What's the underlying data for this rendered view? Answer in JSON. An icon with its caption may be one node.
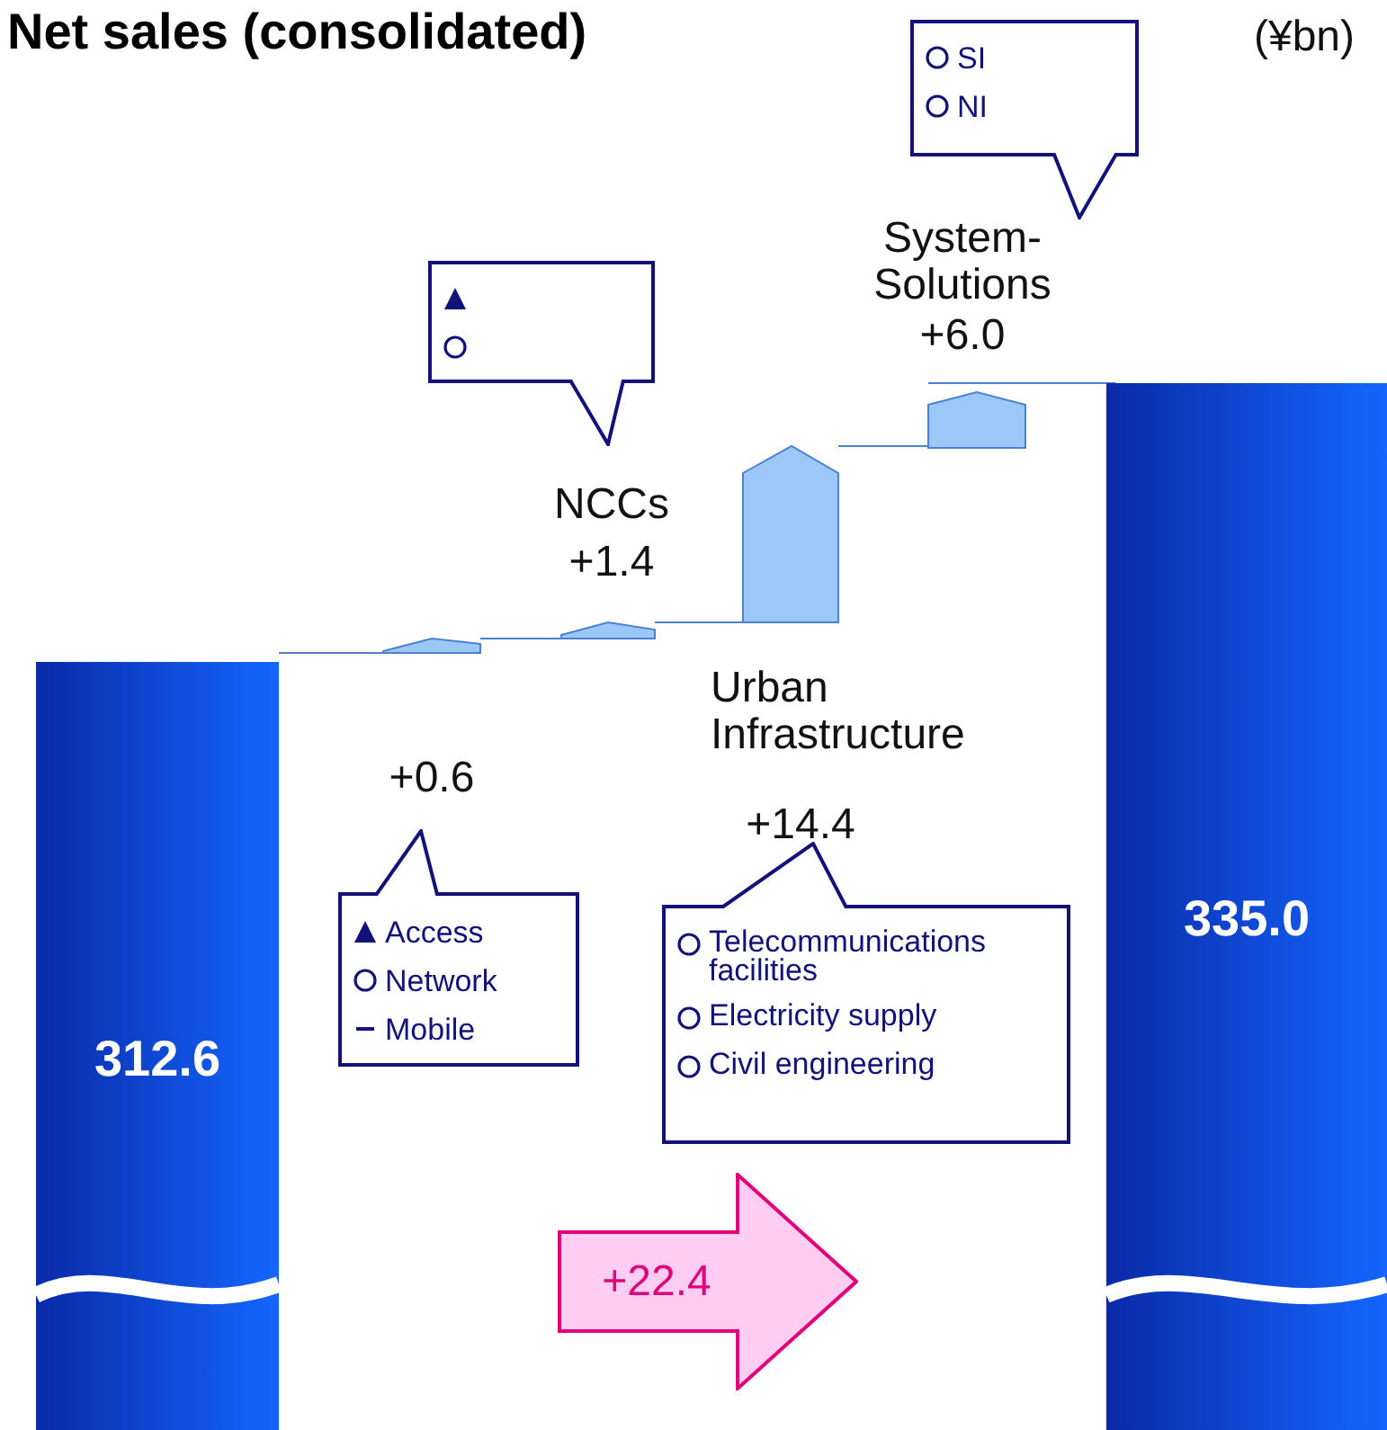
{
  "diagram": {
    "title": "Net sales (consolidated)",
    "nodes": [
      {
        "text": [
          "312.6"
        ]
      },
      {
        "text": [
          "335.0"
        ]
      },
      {
        "text": [
          "SI",
          "NI"
        ]
      },
      {
        "text": [],
        "shape": "box"
      },
      {
        "text": [
          "Access",
          "Network",
          "Mobile"
        ]
      },
      {
        "text": [
          "Telecommunications facilities",
          "Electricity supply",
          "Civil engineering"
        ]
      },
      {
        "text": [
          "+22.4"
        ]
      }
    ],
    "edges": [],
    "labels": [
      "(¥bn)",
      "System- Solutions",
      "+6.0",
      "NCCs",
      "+1.4",
      "+0.6",
      "Urban Infrastructure",
      "+14.4"
    ]
  }
}
